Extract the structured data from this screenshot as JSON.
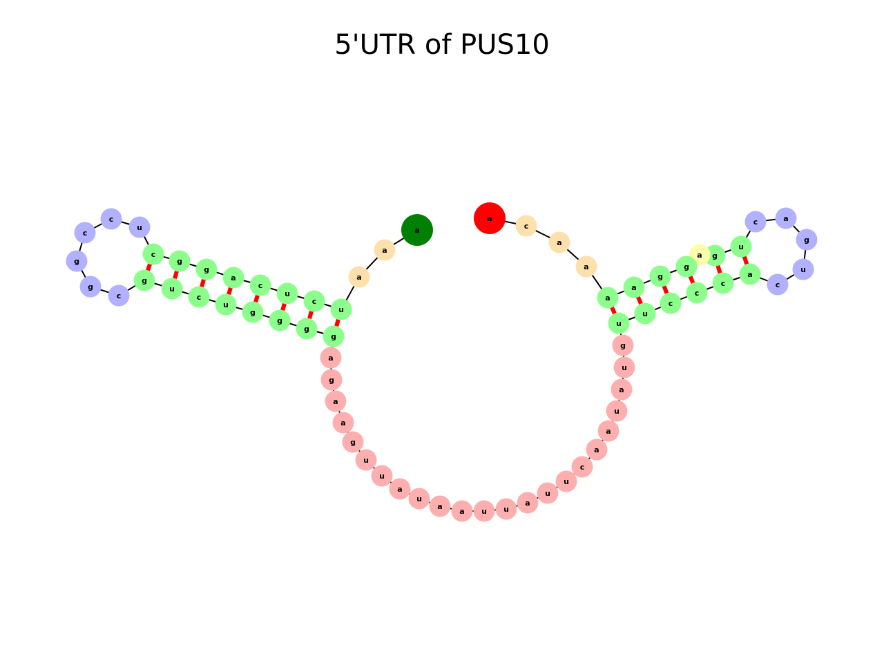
{
  "title": "5'UTR of PUS10",
  "colors": {
    "backbone": "#000000",
    "pair_bond": "#ff0000",
    "start": "#008000",
    "end": "#ff0000",
    "unpaired_end": "#fde0ab",
    "stem": "#8cfe8c",
    "hairpin_loop": "#b1b1fe",
    "interior_loop": "#fdfcad",
    "multi_loop": "#fdafaf"
  },
  "nucleotides": [
    {
      "base": "a",
      "role": "start"
    },
    {
      "base": "a",
      "role": "unpaired_end"
    },
    {
      "base": "a",
      "role": "unpaired_end"
    },
    {
      "base": "u",
      "role": "stem"
    },
    {
      "base": "c",
      "role": "stem"
    },
    {
      "base": "u",
      "role": "stem"
    },
    {
      "base": "c",
      "role": "stem"
    },
    {
      "base": "a",
      "role": "stem"
    },
    {
      "base": "g",
      "role": "stem"
    },
    {
      "base": "g",
      "role": "stem"
    },
    {
      "base": "c",
      "role": "stem"
    },
    {
      "base": "u",
      "role": "hairpin_loop"
    },
    {
      "base": "c",
      "role": "hairpin_loop"
    },
    {
      "base": "c",
      "role": "hairpin_loop"
    },
    {
      "base": "g",
      "role": "hairpin_loop"
    },
    {
      "base": "g",
      "role": "hairpin_loop"
    },
    {
      "base": "c",
      "role": "hairpin_loop"
    },
    {
      "base": "g",
      "role": "stem"
    },
    {
      "base": "u",
      "role": "stem"
    },
    {
      "base": "c",
      "role": "stem"
    },
    {
      "base": "u",
      "role": "stem"
    },
    {
      "base": "g",
      "role": "stem"
    },
    {
      "base": "g",
      "role": "stem"
    },
    {
      "base": "g",
      "role": "stem"
    },
    {
      "base": "g",
      "role": "stem"
    },
    {
      "base": "a",
      "role": "multi_loop"
    },
    {
      "base": "g",
      "role": "multi_loop"
    },
    {
      "base": "a",
      "role": "multi_loop"
    },
    {
      "base": "a",
      "role": "multi_loop"
    },
    {
      "base": "g",
      "role": "multi_loop"
    },
    {
      "base": "u",
      "role": "multi_loop"
    },
    {
      "base": "u",
      "role": "multi_loop"
    },
    {
      "base": "a",
      "role": "multi_loop"
    },
    {
      "base": "u",
      "role": "multi_loop"
    },
    {
      "base": "a",
      "role": "multi_loop"
    },
    {
      "base": "a",
      "role": "multi_loop"
    },
    {
      "base": "u",
      "role": "multi_loop"
    },
    {
      "base": "u",
      "role": "multi_loop"
    },
    {
      "base": "a",
      "role": "multi_loop"
    },
    {
      "base": "u",
      "role": "multi_loop"
    },
    {
      "base": "u",
      "role": "multi_loop"
    },
    {
      "base": "c",
      "role": "multi_loop"
    },
    {
      "base": "a",
      "role": "multi_loop"
    },
    {
      "base": "a",
      "role": "multi_loop"
    },
    {
      "base": "u",
      "role": "multi_loop"
    },
    {
      "base": "a",
      "role": "multi_loop"
    },
    {
      "base": "u",
      "role": "multi_loop"
    },
    {
      "base": "g",
      "role": "multi_loop"
    },
    {
      "base": "u",
      "role": "stem"
    },
    {
      "base": "u",
      "role": "stem"
    },
    {
      "base": "c",
      "role": "stem"
    },
    {
      "base": "c",
      "role": "stem"
    },
    {
      "base": "c",
      "role": "stem"
    },
    {
      "base": "a",
      "role": "stem"
    },
    {
      "base": "c",
      "role": "hairpin_loop"
    },
    {
      "base": "u",
      "role": "hairpin_loop"
    },
    {
      "base": "g",
      "role": "hairpin_loop"
    },
    {
      "base": "a",
      "role": "hairpin_loop"
    },
    {
      "base": "c",
      "role": "hairpin_loop"
    },
    {
      "base": "u",
      "role": "stem"
    },
    {
      "base": "g",
      "role": "stem"
    },
    {
      "base": "a",
      "role": "interior_loop"
    },
    {
      "base": "g",
      "role": "stem"
    },
    {
      "base": "g",
      "role": "stem"
    },
    {
      "base": "a",
      "role": "stem"
    },
    {
      "base": "a",
      "role": "stem"
    },
    {
      "base": "a",
      "role": "unpaired_end"
    },
    {
      "base": "a",
      "role": "unpaired_end"
    },
    {
      "base": "c",
      "role": "unpaired_end"
    },
    {
      "base": "a",
      "role": "end"
    }
  ],
  "pairs": [
    [
      3,
      24
    ],
    [
      4,
      23
    ],
    [
      5,
      22
    ],
    [
      6,
      21
    ],
    [
      7,
      20
    ],
    [
      8,
      19
    ],
    [
      9,
      18
    ],
    [
      10,
      17
    ],
    [
      48,
      65
    ],
    [
      49,
      64
    ],
    [
      50,
      63
    ],
    [
      51,
      62
    ],
    [
      52,
      60
    ],
    [
      53,
      59
    ]
  ]
}
